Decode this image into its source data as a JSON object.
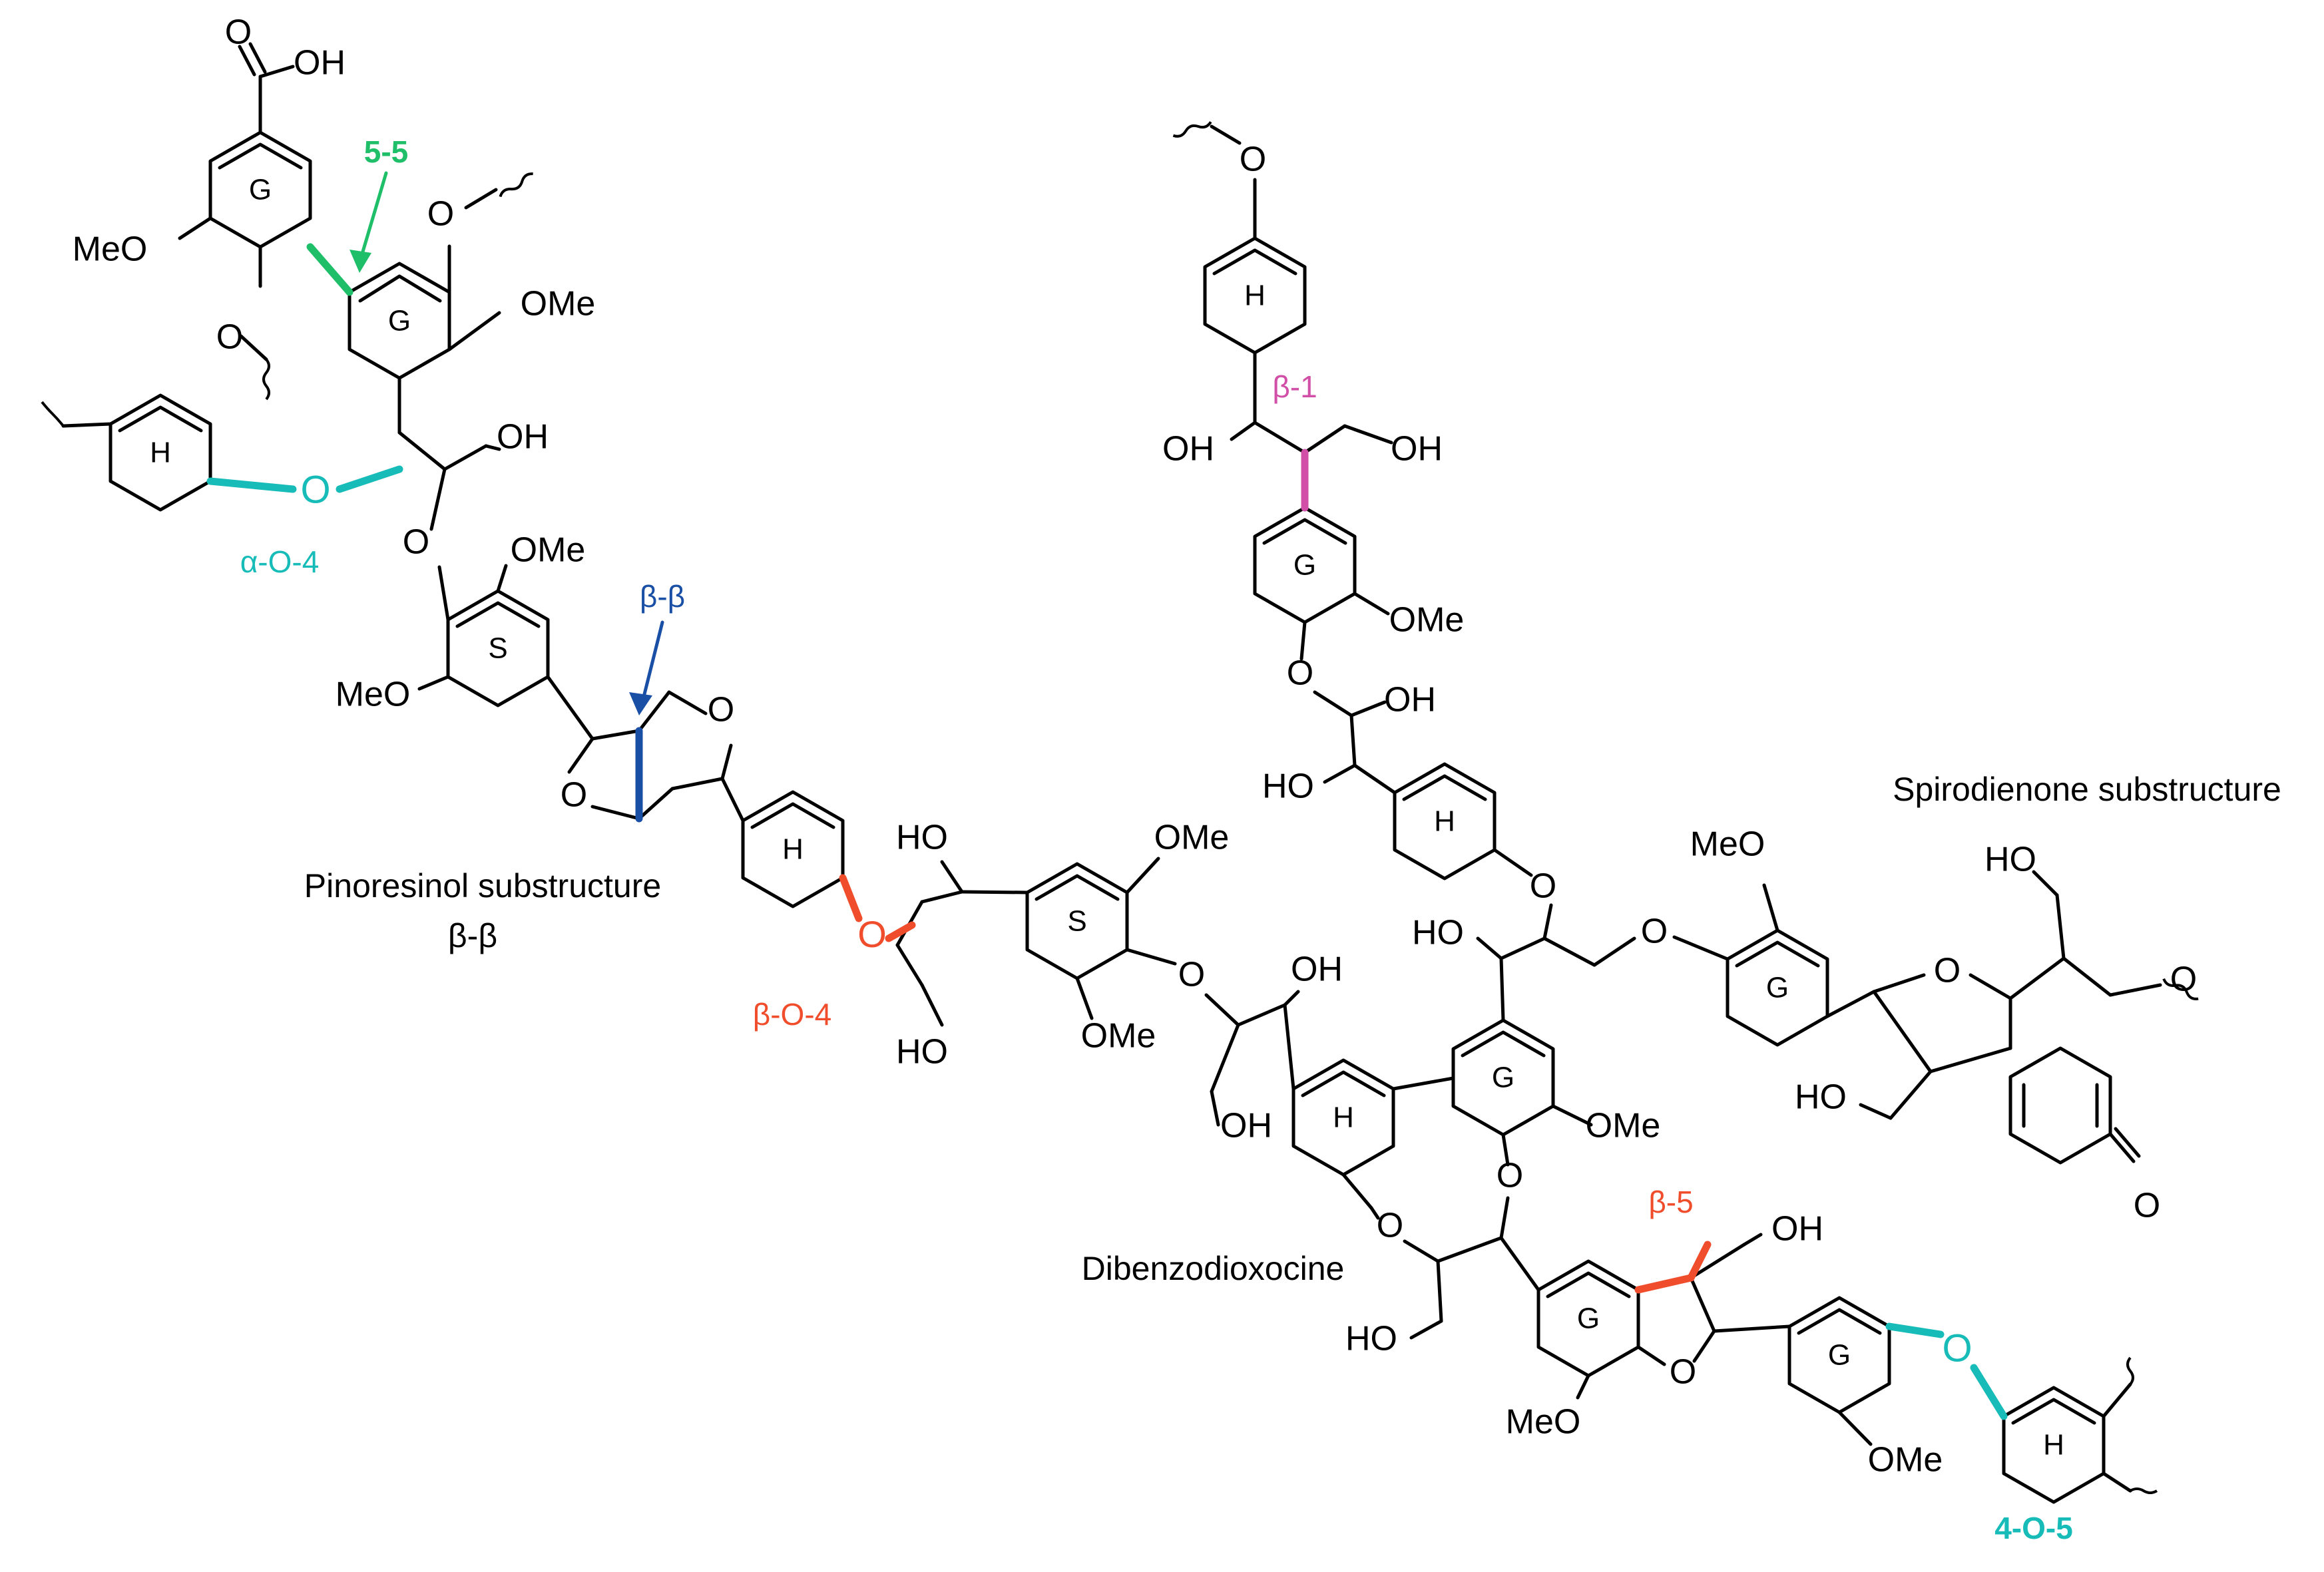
{
  "colors": {
    "bond": "#000000",
    "link_5_5": "#1fbf6a",
    "link_alpha_O_4": "#17bcb8",
    "link_4_O_5": "#17bcb8",
    "link_beta_beta": "#1a4fa6",
    "link_beta_O_4": "#f04d2c",
    "link_beta_5": "#f04d2c",
    "link_beta_1": "#d14fa6"
  },
  "linkages": {
    "five_five": "5-5",
    "alpha_o_4": "α-O-4",
    "beta_beta": "β-β",
    "beta_o_4": "β-O-4",
    "beta_1": "β-1",
    "beta_5": "β-5",
    "four_o_five": "4-O-5"
  },
  "captions": {
    "pinoresinol_line1": "Pinoresinol substructure",
    "pinoresinol_line2": "β-β",
    "spirodienone": "Spirodienone substructure",
    "dibenzodioxocine": "Dibenzodioxocine"
  },
  "rings": {
    "G1": "G",
    "G2": "G",
    "H1": "H",
    "S1": "S",
    "H2": "H",
    "S2": "S",
    "H_top": "H",
    "G_top": "G",
    "H_mid": "H",
    "H3": "H",
    "G3": "G",
    "G_spiro": "G",
    "G4": "G",
    "G5": "G",
    "H4": "H"
  },
  "atoms": {
    "oh_acid": "OH",
    "o_acid": "O",
    "meo_g1": "MeO",
    "o_g1": "O",
    "o_g2": "O",
    "ome_g2": "OMe",
    "oh_c1": "OH",
    "o_alpha": "O",
    "o_s1": "O",
    "ome_s1": "OMe",
    "meo_s1": "MeO",
    "o_furan1": "O",
    "o_furan2": "O",
    "o_beta_o_4": "O",
    "ho_c2a": "HO",
    "ho_c2b": "HO",
    "ome_s2a": "OMe",
    "ome_s2b": "OMe",
    "o_s2": "O",
    "oh_c3a": "OH",
    "oh_c3b": "OH",
    "o_top": "O",
    "oh_top1": "OH",
    "oh_top2": "OH",
    "ome_gtop": "OMe",
    "o_gtop": "O",
    "oh_mid": "OH",
    "ho_mid": "HO",
    "o_hmid": "O",
    "ho_g3": "HO",
    "o_chain": "O",
    "meo_spiro": "MeO",
    "ho_spiro1": "HO",
    "o_spiro": "O",
    "o_end": "O",
    "ho_spiro2": "HO",
    "o_keto": "O",
    "ome_g3": "OMe",
    "o_dbd1": "O",
    "o_dbd2": "O",
    "oh_b5": "OH",
    "ho_dbd": "HO",
    "meo_g4": "MeO",
    "o_g4": "O",
    "ome_g5": "OMe",
    "o_4o5": "O"
  }
}
